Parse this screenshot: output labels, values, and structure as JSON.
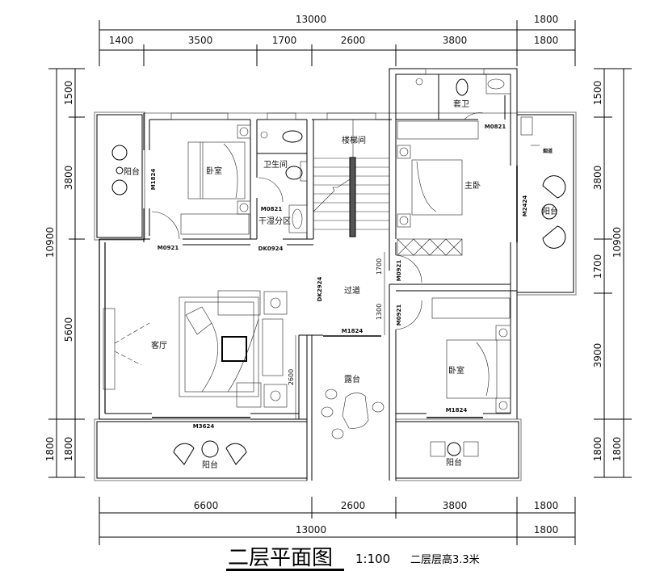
{
  "title": {
    "main": "二层平面图",
    "scale": "1:100",
    "note": "二层层高3.3米"
  },
  "dimensions": {
    "top_total": "13000",
    "top_total_right": "1800",
    "top_segments": [
      "1400",
      "3500",
      "1700",
      "2600",
      "3800",
      "1800"
    ],
    "bottom_segments": [
      "6600",
      "2600",
      "3800",
      "1800"
    ],
    "bottom_total": "13000",
    "bottom_total_right": "1800",
    "left_outer": [
      "10900",
      "1800"
    ],
    "left_inner": [
      "1500",
      "3800",
      "5600",
      "1800"
    ],
    "right_inner": [
      "1500",
      "3800",
      "1700",
      "3900",
      "1800"
    ],
    "right_outer": [
      "10900",
      "1800"
    ],
    "interior": [
      "1700",
      "1300",
      "2600"
    ]
  },
  "rooms": {
    "balcony_left": "阳台",
    "bedroom_nw": "卧室",
    "bathroom": "卫生间",
    "dry_wet_zone": "干湿分区",
    "stairwell": "楼梯间",
    "ensuite": "套卫",
    "master_bedroom": "主卧",
    "balcony_right": "阳台",
    "corridor": "过道",
    "living_room": "客厅",
    "terrace": "露台",
    "bedroom_se": "卧室",
    "balcony_bottom_left": "阳台",
    "balcony_bottom_right": "阳台",
    "flue": "烟道"
  },
  "doors": {
    "m0921_bedroom": "M0921",
    "dk0924": "DK0924",
    "m0821_bath": "M0821",
    "m0821_ensuite": "M0821",
    "m1824_balcony_left": "M1824",
    "dk2924": "DK2924",
    "m0921_master": "M0921",
    "m0921_bedroom_se": "M0921",
    "m1824_terrace": "M1824",
    "m3624": "M3624",
    "m1824_bedroom_se": "M1824",
    "m2424": "M2424"
  }
}
